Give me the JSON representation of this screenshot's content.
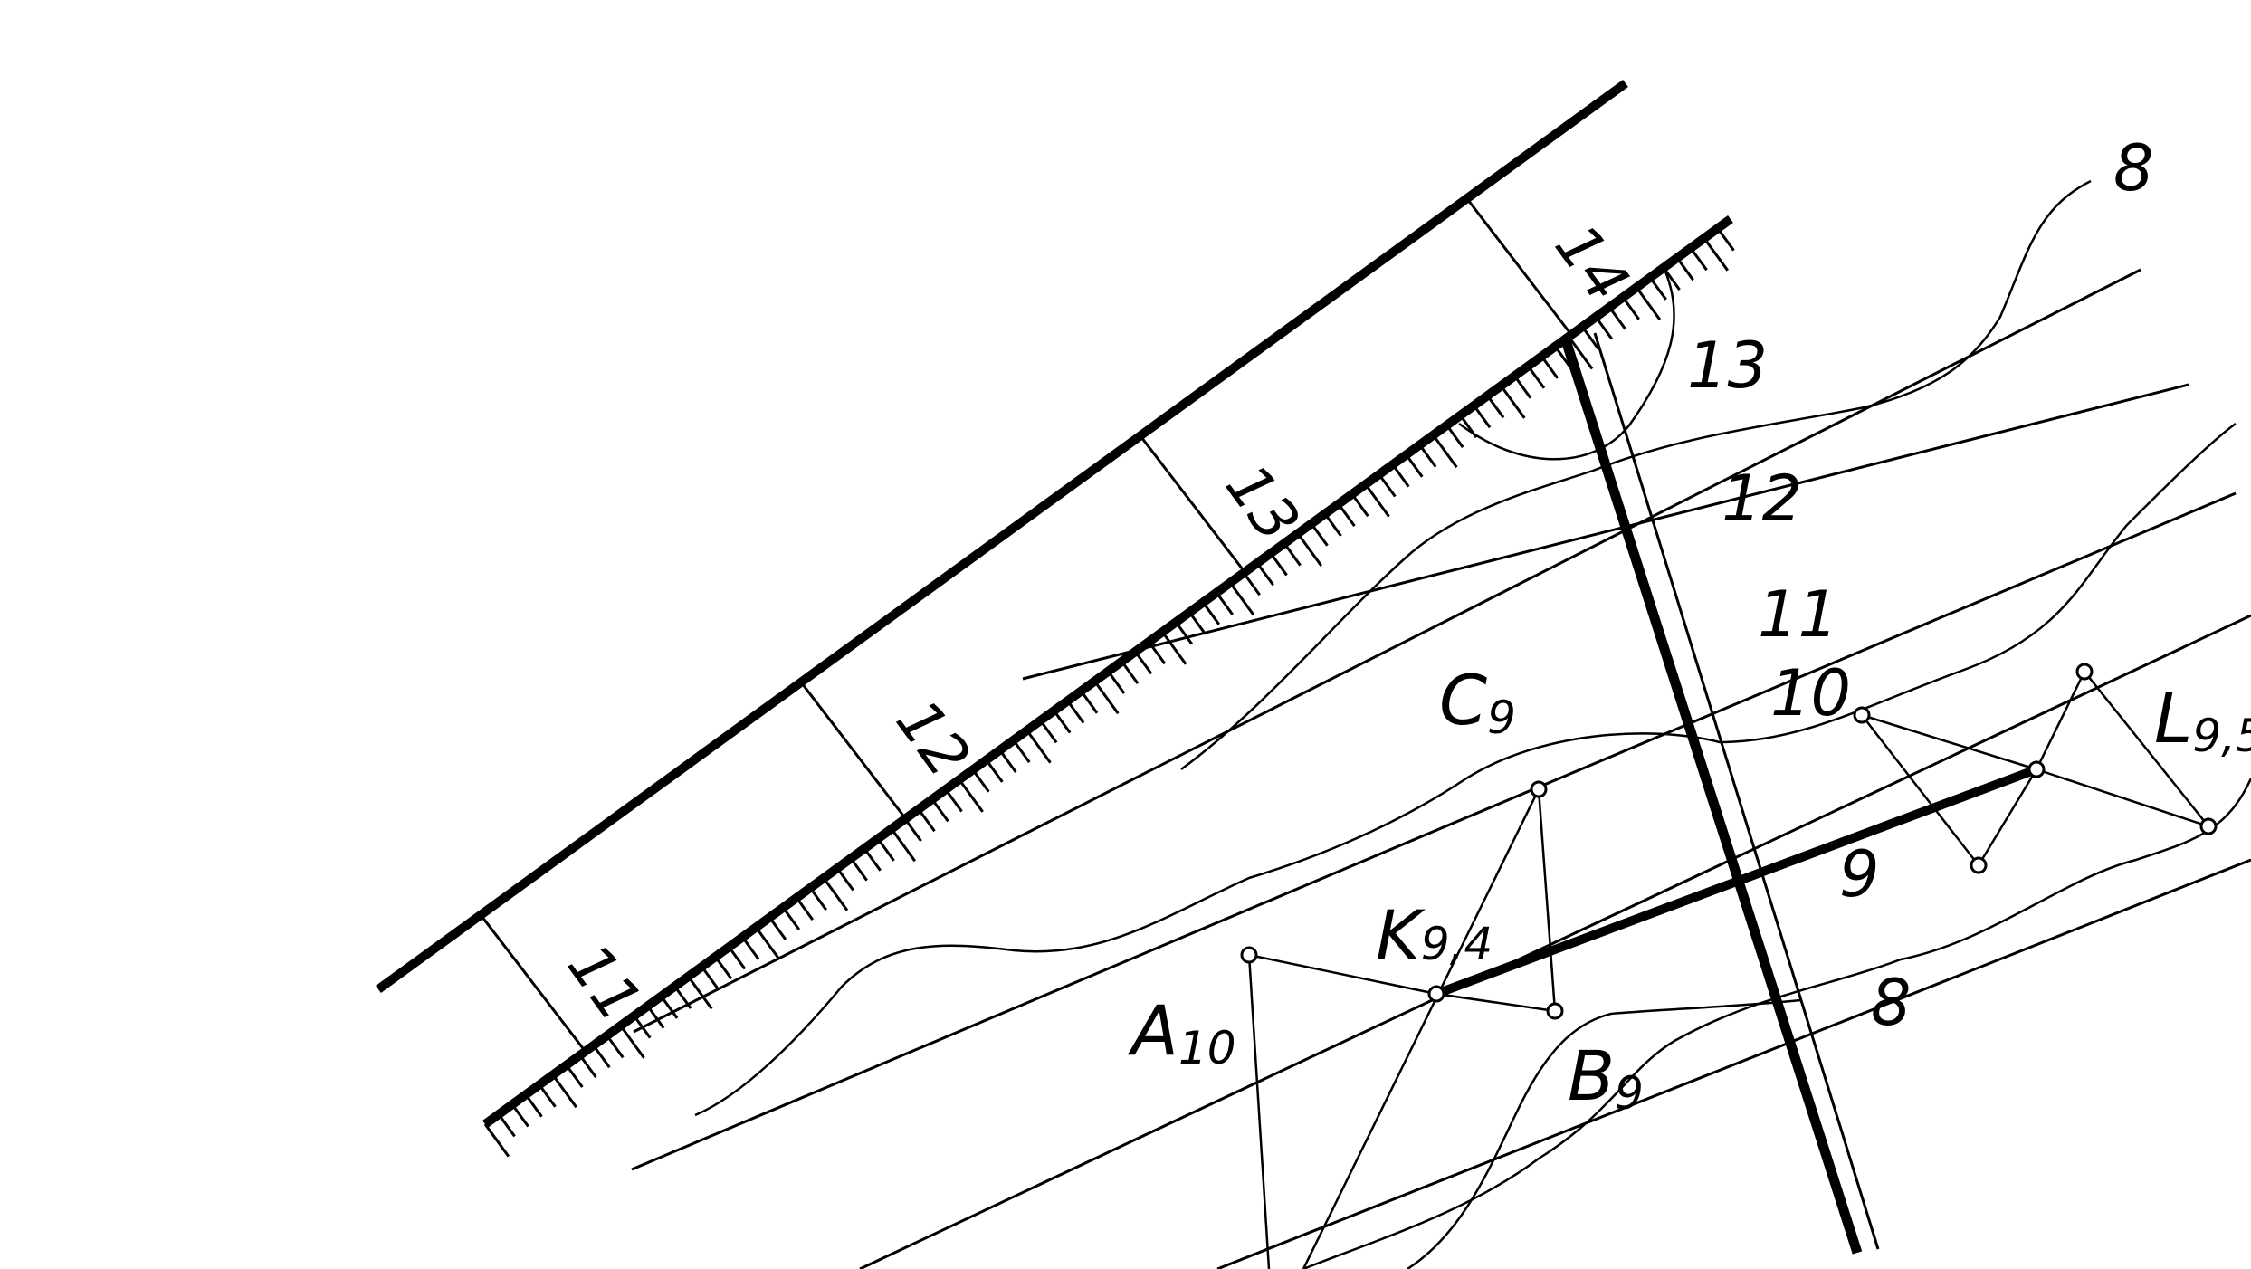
{
  "diagram": {
    "ink_color": "#000000",
    "paper_color": "#ffffff",
    "scale_labels": [
      "11",
      "12",
      "13",
      "14"
    ],
    "contour_labels": [
      "13",
      "12",
      "11",
      "10",
      "9",
      "8",
      "8"
    ],
    "points": [
      {
        "name": "C",
        "sub": "9"
      },
      {
        "name": "K",
        "sub": "9,4"
      },
      {
        "name": "A",
        "sub": "10"
      },
      {
        "name": "B",
        "sub": "9"
      },
      {
        "name": "L",
        "sub": "9,5"
      }
    ]
  }
}
